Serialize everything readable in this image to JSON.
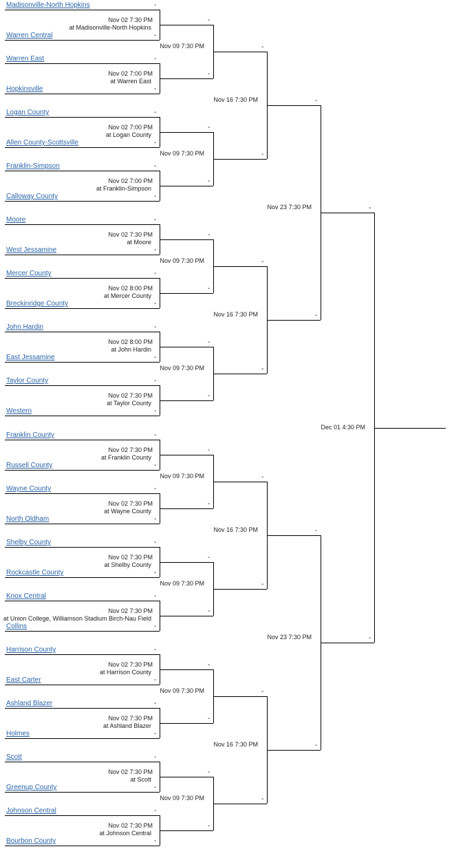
{
  "colors": {
    "team_link": "#2a63a8",
    "line": "#000000",
    "text": "#222222"
  },
  "round1": [
    {
      "top": "Madisonville-North Hopkins",
      "bottom": "Warren Central",
      "time": "Nov 02 7:30 PM",
      "location": "at Madisonville-North Hopkins",
      "top_score": "-",
      "bottom_score": "-"
    },
    {
      "top": "Warren East",
      "bottom": "Hopkinsville",
      "time": "Nov 02 7:00 PM",
      "location": "at Warren East",
      "top_score": "-",
      "bottom_score": "-"
    },
    {
      "top": "Logan County",
      "bottom": "Allen County-Scottsville",
      "time": "Nov 02 7:00 PM",
      "location": "at Logan County",
      "top_score": "-",
      "bottom_score": "-"
    },
    {
      "top": "Franklin-Simpson",
      "bottom": "Calloway County",
      "time": "Nov 02 7:00 PM",
      "location": "at Franklin-Simpson",
      "top_score": "-",
      "bottom_score": "-"
    },
    {
      "top": "Moore",
      "bottom": "West Jessamine",
      "time": "Nov 02 7:30 PM",
      "location": "at Moore",
      "top_score": "-",
      "bottom_score": "-"
    },
    {
      "top": "Mercer County",
      "bottom": "Breckinridge County",
      "time": "Nov 02 8:00 PM",
      "location": "at Mercer County",
      "top_score": "-",
      "bottom_score": "-"
    },
    {
      "top": "John Hardin",
      "bottom": "East Jessamine",
      "time": "Nov 02 8:00 PM",
      "location": "at John Hardin",
      "top_score": "-",
      "bottom_score": "-"
    },
    {
      "top": "Taylor County",
      "bottom": "Western",
      "time": "Nov 02 7:30 PM",
      "location": "at Taylor County",
      "top_score": "-",
      "bottom_score": "-"
    },
    {
      "top": "Franklin County",
      "bottom": "Russell County",
      "time": "Nov 02 7:30 PM",
      "location": "at Franklin County",
      "top_score": "-",
      "bottom_score": "-"
    },
    {
      "top": "Wayne County",
      "bottom": "North Oldham",
      "time": "Nov 02 7:30 PM",
      "location": "at Wayne County",
      "top_score": "-",
      "bottom_score": "-"
    },
    {
      "top": "Shelby County",
      "bottom": "Rockcastle County",
      "time": "Nov 02 7:30 PM",
      "location": "at Shelby County",
      "top_score": "-",
      "bottom_score": "-"
    },
    {
      "top": "Knox Central",
      "bottom": "Collins",
      "time": "Nov 02 7:30 PM",
      "location": "at Union College, Williamson Stadium Birch-Nau Field",
      "top_score": "-",
      "bottom_score": "-"
    },
    {
      "top": "Harrison County",
      "bottom": "East Carter",
      "time": "Nov 02 7:30 PM",
      "location": "at Harrison County",
      "top_score": "-",
      "bottom_score": "-"
    },
    {
      "top": "Ashland Blazer",
      "bottom": "Holmes",
      "time": "Nov 02 7:30 PM",
      "location": "at Ashland Blazer",
      "top_score": "-",
      "bottom_score": "-"
    },
    {
      "top": "Scott",
      "bottom": "Greenup County",
      "time": "Nov 02 7:30 PM",
      "location": "at Scott",
      "top_score": "-",
      "bottom_score": "-"
    },
    {
      "top": "Johnson Central",
      "bottom": "Bourbon County",
      "time": "Nov 02 7:30 PM",
      "location": "at Johnson Central",
      "top_score": "-",
      "bottom_score": "-"
    }
  ],
  "round2": [
    {
      "time": "Nov 09 7:30 PM",
      "top_score": "-",
      "bottom_score": "-"
    },
    {
      "time": "Nov 09 7:30 PM",
      "top_score": "-",
      "bottom_score": "-"
    },
    {
      "time": "Nov 09 7:30 PM",
      "top_score": "-",
      "bottom_score": "-"
    },
    {
      "time": "Nov 09 7:30 PM",
      "top_score": "-",
      "bottom_score": "-"
    },
    {
      "time": "Nov 09 7:30 PM",
      "top_score": "-",
      "bottom_score": "-"
    },
    {
      "time": "Nov 09 7:30 PM",
      "top_score": "-",
      "bottom_score": "-"
    },
    {
      "time": "Nov 09 7:30 PM",
      "top_score": "-",
      "bottom_score": "-"
    },
    {
      "time": "Nov 09 7:30 PM",
      "top_score": "-",
      "bottom_score": "-"
    }
  ],
  "round3": [
    {
      "time": "Nov 16 7:30 PM",
      "top_score": "-",
      "bottom_score": "-"
    },
    {
      "time": "Nov 16 7:30 PM",
      "top_score": "-",
      "bottom_score": "-"
    },
    {
      "time": "Nov 16 7:30 PM",
      "top_score": "-",
      "bottom_score": "-"
    },
    {
      "time": "Nov 16 7:30 PM",
      "top_score": "-",
      "bottom_score": "-"
    }
  ],
  "round4": [
    {
      "time": "Nov 23 7:30 PM",
      "top_score": "-",
      "bottom_score": "-"
    },
    {
      "time": "Nov 23 7:30 PM",
      "top_score": "-",
      "bottom_score": "-"
    }
  ],
  "final": {
    "time": "Dec 01 4:30 PM"
  }
}
